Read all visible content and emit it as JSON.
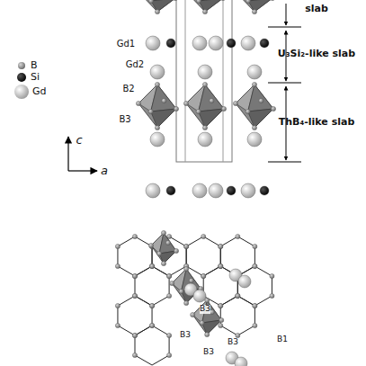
{
  "diagram": {
    "labels": [
      "slab",
      "U₃Si₂-like slab",
      "ThB₄-like slab",
      "Gd1",
      "Gd2",
      "B2",
      "B3",
      "c",
      "a",
      "B3",
      "B3",
      "B3",
      "B3",
      "B1"
    ],
    "legend": [
      {
        "text": "B"
      },
      {
        "text": "Si"
      },
      {
        "text": "Gd"
      }
    ]
  }
}
